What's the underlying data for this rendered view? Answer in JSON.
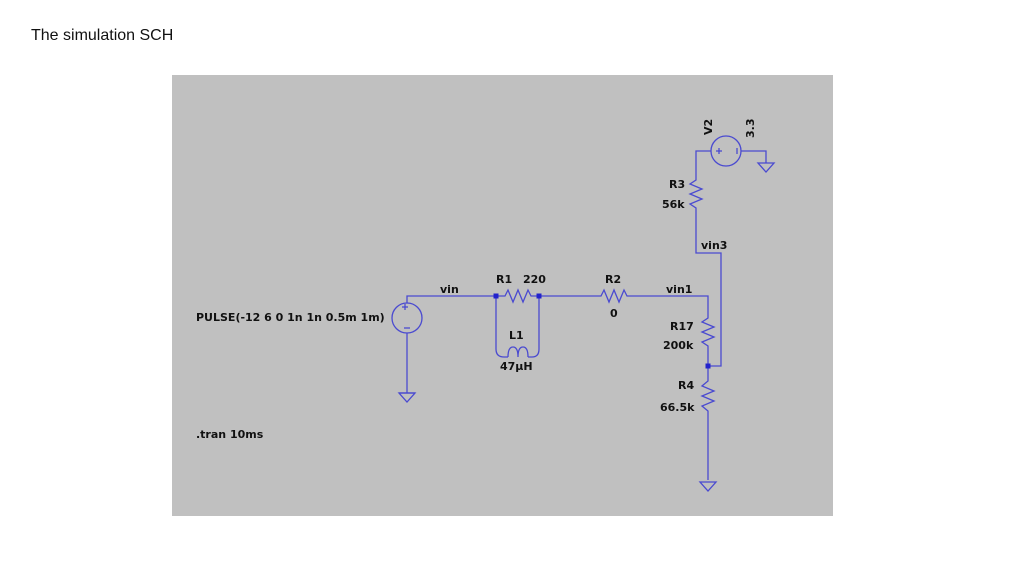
{
  "slide": {
    "title": "The simulation SCH"
  },
  "colors": {
    "wire": "#4a4ad0",
    "background": "#c0c0c0",
    "junction": "#2222cc"
  },
  "schematic": {
    "sources": {
      "v1": {
        "spec": "PULSE(-12 6 0 1n 1n 0.5m 1m)"
      },
      "v2": {
        "name": "V2",
        "value": "3.3"
      }
    },
    "components": {
      "r1": {
        "name": "R1",
        "value": "220"
      },
      "r2": {
        "name": "R2",
        "value": "0"
      },
      "r3": {
        "name": "R3",
        "value": "56k"
      },
      "r4": {
        "name": "R4",
        "value": "66.5k"
      },
      "r17": {
        "name": "R17",
        "value": "200k"
      },
      "l1": {
        "name": "L1",
        "value": "47µH"
      }
    },
    "nets": {
      "vin": "vin",
      "vin1": "vin1",
      "vin3": "vin3"
    },
    "directive": ".tran 10ms"
  }
}
